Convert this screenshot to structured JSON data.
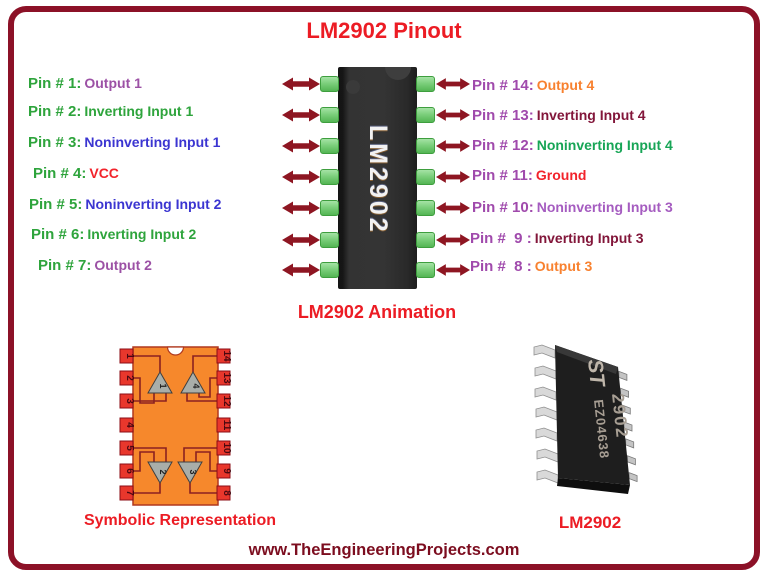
{
  "title": "LM2902 Pinout",
  "colors": {
    "title_red": "#EC1C24",
    "footer_maroon": "#7C0D1F",
    "arrow": "#8E1622"
  },
  "diagram": {
    "chip_label": "LM2902",
    "animation_caption": "LM2902 Animation",
    "left_label_color": "#2EA43C",
    "right_label_color": "#A04AAC",
    "left_pins": [
      {
        "label": "Pin # 1:",
        "value": "Output 1",
        "value_color": "#9C51A5"
      },
      {
        "label": "Pin # 2:",
        "value": "Inverting Input 1",
        "value_color": "#2EA43C"
      },
      {
        "label": "Pin # 3:",
        "value": "Noninverting Input 1",
        "value_color": "#3B35D1"
      },
      {
        "label": "Pin # 4:",
        "value": "VCC",
        "value_color": "#F2232B"
      },
      {
        "label": "Pin # 5:",
        "value": "Noninverting Input 2",
        "value_color": "#3B35D1"
      },
      {
        "label": "Pin # 6:",
        "value": "Inverting Input 2",
        "value_color": "#2EA43C"
      },
      {
        "label": "Pin # 7:",
        "value": "Output 2",
        "value_color": "#9C51A5"
      }
    ],
    "right_pins": [
      {
        "label": "Pin # 14:",
        "value": "Output 4",
        "value_color": "#F8812F"
      },
      {
        "label": "Pin # 13:",
        "value": "Inverting Input 4",
        "value_color": "#82163A"
      },
      {
        "label": "Pin # 12:",
        "value": "Noninverting Input 4",
        "value_color": "#17A556"
      },
      {
        "label": "Pin # 11:",
        "value": "Ground",
        "value_color": "#F2232B"
      },
      {
        "label": "Pin # 10:",
        "value": "Noninverting Input 3",
        "value_color": "#A55CC0"
      },
      {
        "label": "Pin #  9 :",
        "value": "Inverting Input 3",
        "value_color": "#82163A"
      },
      {
        "label": "Pin #  8 :",
        "value": "Output 3",
        "value_color": "#F8812F"
      }
    ]
  },
  "symbolic": {
    "caption": "Symbolic Representation",
    "left_pin_numbers": [
      "1",
      "2",
      "3",
      "4",
      "5",
      "6",
      "7"
    ],
    "right_pin_numbers": [
      "14",
      "13",
      "12",
      "11",
      "10",
      "9",
      "8"
    ],
    "opamp_numbers": [
      "1",
      "4",
      "2",
      "3"
    ]
  },
  "photo": {
    "caption": "LM2902",
    "logo": "ST",
    "marking_line1": "2902",
    "marking_line2": "EZ04638"
  },
  "footer": "www.TheEngineeringProjects.com"
}
